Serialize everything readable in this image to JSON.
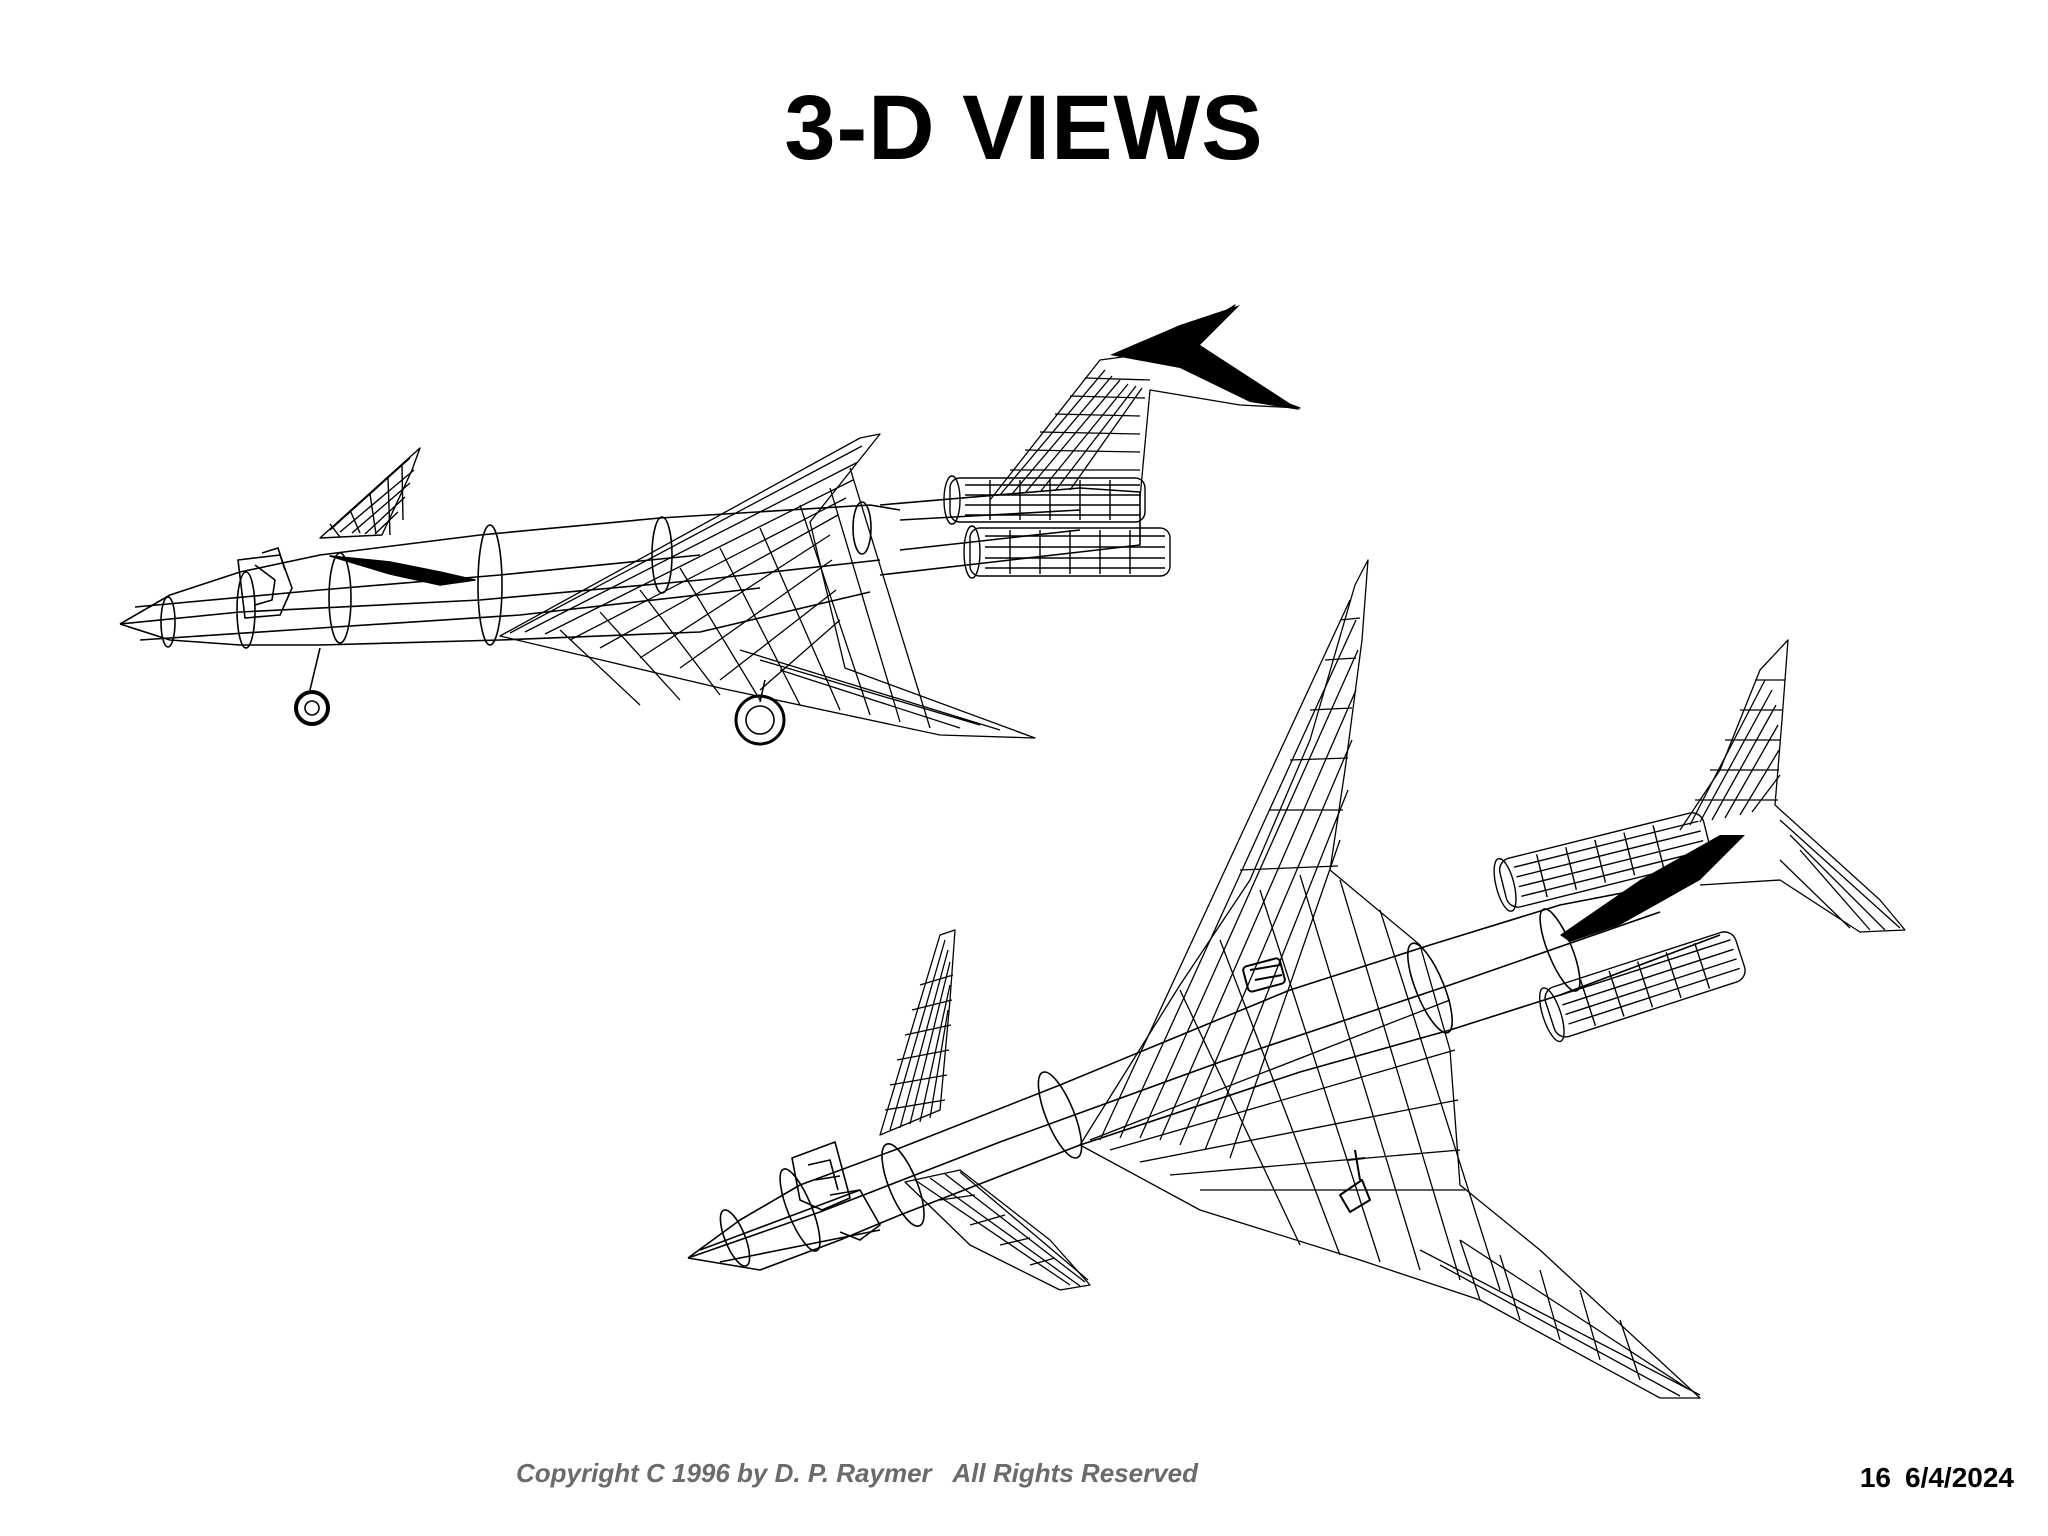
{
  "slide": {
    "title": "3-D VIEWS",
    "copyright": "Copyright C 1996 by D. P. Raymer   All Rights Reserved",
    "page_number": "16",
    "date": "6/4/2024"
  },
  "colors": {
    "ink": "#000000",
    "footer_text": "#6b6b6b",
    "background": "#ffffff"
  },
  "figures": [
    {
      "name": "aircraft-side-perspective"
    },
    {
      "name": "aircraft-top-perspective"
    }
  ]
}
